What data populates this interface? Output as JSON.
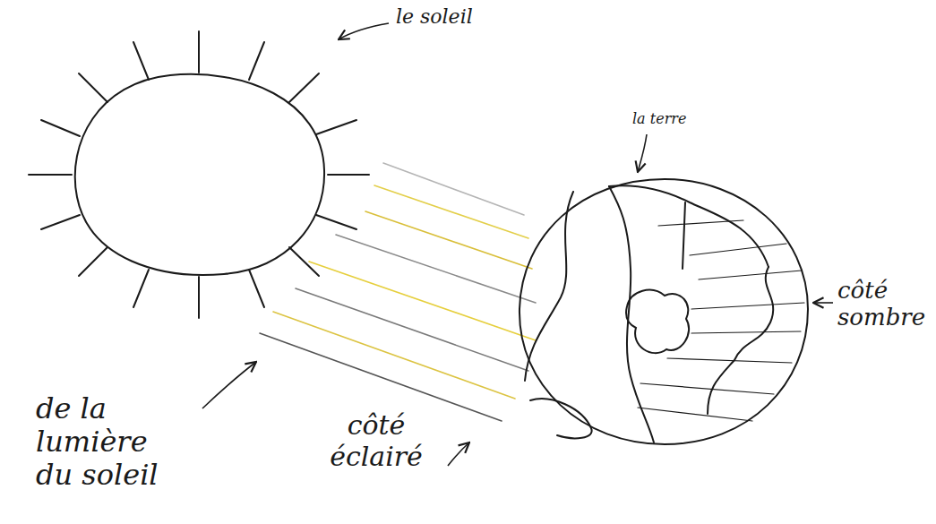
{
  "diagram": {
    "labels": [
      "le soleil",
      "la terre",
      "côté sombre",
      "de la lumière du soleil",
      "côté éclairé"
    ]
  }
}
